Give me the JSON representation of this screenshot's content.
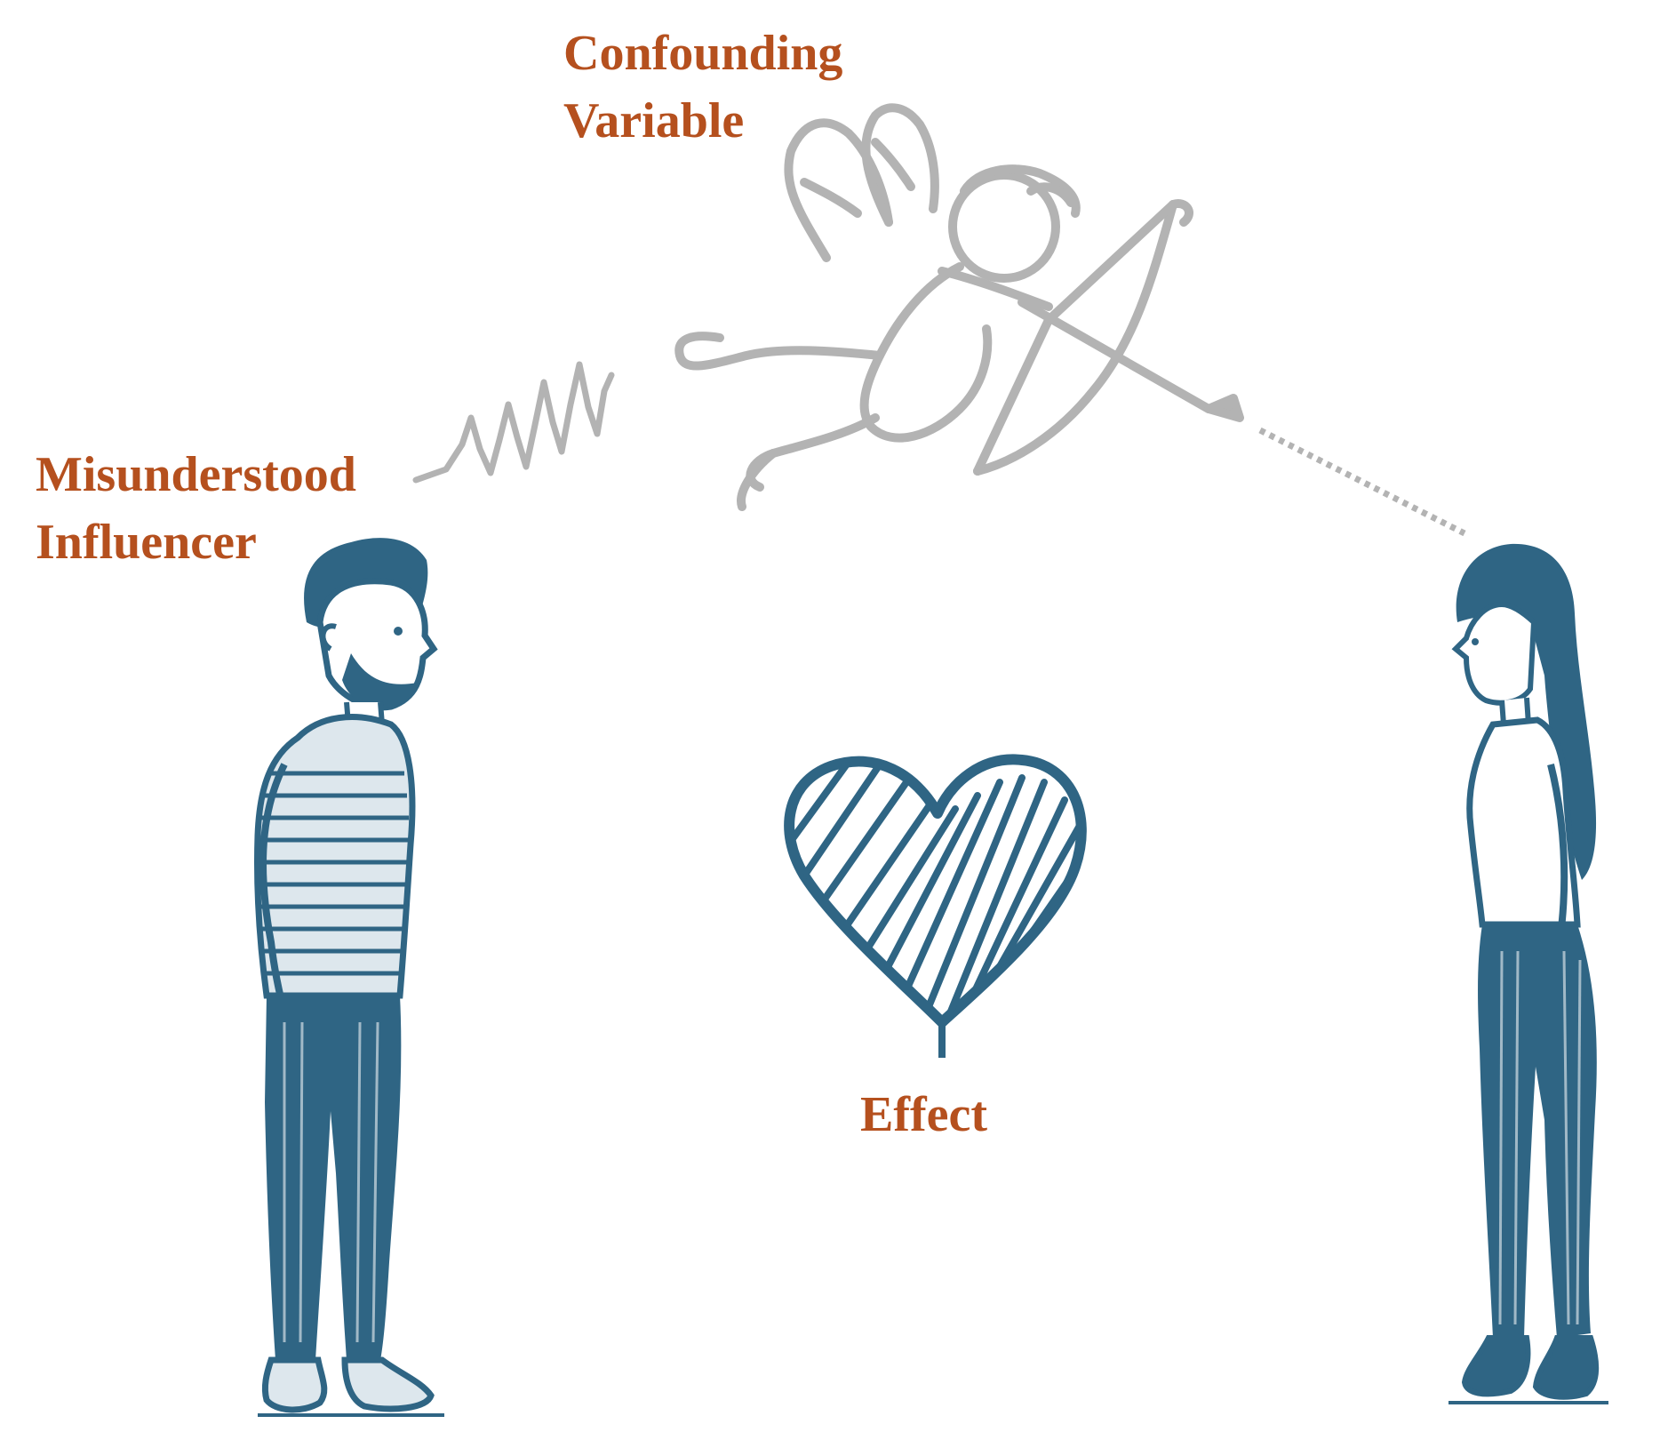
{
  "labels": {
    "confounding_variable": [
      "Confounding",
      "Variable"
    ],
    "misunderstood_influencer": [
      "Misunderstood",
      "Influencer"
    ],
    "effect": "Effect"
  },
  "colors": {
    "label": "#b5501e",
    "figure": "#2f6584",
    "figure_light": "#dde7ed",
    "confounder": "#b3b3b3",
    "background": "#ffffff"
  },
  "icons": {
    "confounder": "cupid-icon",
    "influencer": "man-icon",
    "affected_person": "woman-icon",
    "effect": "heart-icon"
  }
}
